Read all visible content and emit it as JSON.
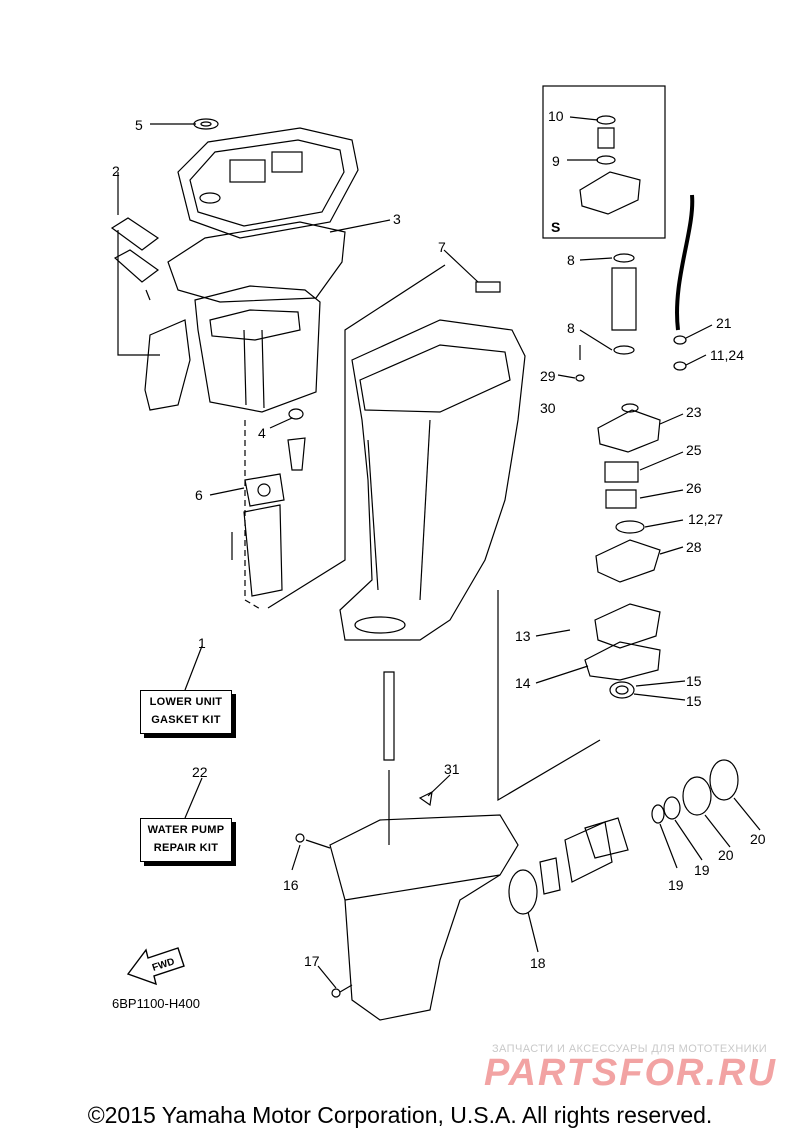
{
  "callouts": [
    {
      "id": "c1",
      "text": "1"
    },
    {
      "id": "c2",
      "text": "2"
    },
    {
      "id": "c3",
      "text": "3"
    },
    {
      "id": "c4",
      "text": "4"
    },
    {
      "id": "c5",
      "text": "5"
    },
    {
      "id": "c6",
      "text": "6"
    },
    {
      "id": "c7",
      "text": "7"
    },
    {
      "id": "c8a",
      "text": "8"
    },
    {
      "id": "c8b",
      "text": "8"
    },
    {
      "id": "c9",
      "text": "9"
    },
    {
      "id": "c10",
      "text": "10"
    },
    {
      "id": "c11",
      "text": "11,24"
    },
    {
      "id": "c12",
      "text": "12,27"
    },
    {
      "id": "c13",
      "text": "13"
    },
    {
      "id": "c14",
      "text": "14"
    },
    {
      "id": "c15a",
      "text": "15"
    },
    {
      "id": "c15b",
      "text": "15"
    },
    {
      "id": "c16",
      "text": "16"
    },
    {
      "id": "c17",
      "text": "17"
    },
    {
      "id": "c18",
      "text": "18"
    },
    {
      "id": "c19a",
      "text": "19"
    },
    {
      "id": "c19b",
      "text": "19"
    },
    {
      "id": "c20a",
      "text": "20"
    },
    {
      "id": "c20b",
      "text": "20"
    },
    {
      "id": "c21",
      "text": "21"
    },
    {
      "id": "c22",
      "text": "22"
    },
    {
      "id": "c23",
      "text": "23"
    },
    {
      "id": "c25",
      "text": "25"
    },
    {
      "id": "c26",
      "text": "26"
    },
    {
      "id": "c28",
      "text": "28"
    },
    {
      "id": "c29",
      "text": "29"
    },
    {
      "id": "c30",
      "text": "30"
    },
    {
      "id": "c31",
      "text": "31"
    }
  ],
  "inset_label": "S",
  "kits": {
    "lower_unit": [
      "LOWER UNIT",
      "GASKET KIT"
    ],
    "water_pump": [
      "WATER PUMP",
      "REPAIR KIT"
    ]
  },
  "fwd_label": "FWD",
  "part_code": "6BP1100-H400",
  "watermark": {
    "small": "ЗАПЧАСТИ И АКСЕССУАРЫ ДЛЯ МОТОТЕХНИКИ",
    "big": "PARTSFOR.RU"
  },
  "copyright": "©2015 Yamaha Motor Corporation, U.S.A. All rights reserved.",
  "colors": {
    "line": "#000000",
    "watermark_big": "#f2a3a3",
    "watermark_small": "#c9c9c9"
  }
}
